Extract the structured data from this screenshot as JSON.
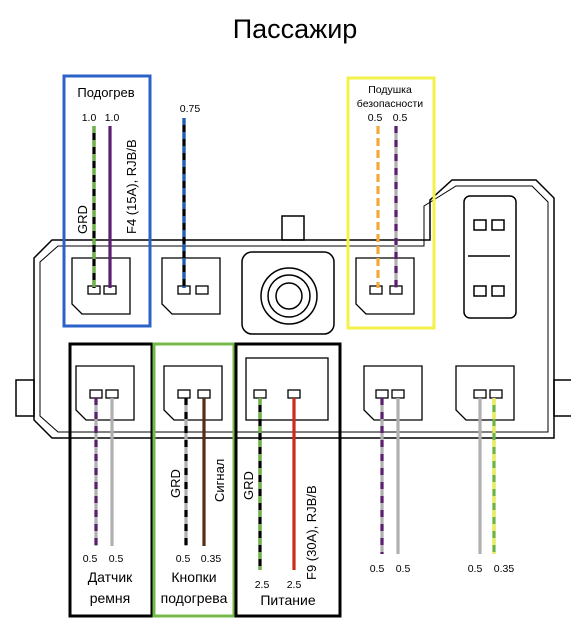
{
  "title": "Пассажир",
  "colors": {
    "blue_frame": "#2a62c9",
    "yellow_frame": "#f2f24a",
    "green_frame": "#74b84a",
    "black_frame": "#000000",
    "wire_green": "#6db344",
    "wire_purple": "#5a1f6e",
    "wire_blue": "#1f5fb8",
    "wire_orange": "#f4a83a",
    "wire_gray": "#b0b0b0",
    "wire_brown": "#5a2c16",
    "wire_red": "#cc2a1a",
    "wire_yellow": "#ecec5a"
  },
  "groups": {
    "heater": {
      "label": "Подогрев",
      "gauge_left": "1.0",
      "gauge_right": "1.0",
      "wire_left_label": "GRD",
      "wire_right_label": "F4  (15A), RJB/B"
    },
    "single_top": {
      "gauge": "0.75"
    },
    "airbag": {
      "label_line1": "Подушка",
      "label_line2": "безопасности",
      "gauge_left": "0.5",
      "gauge_right": "0.5"
    },
    "belt_sensor": {
      "label_line1": "Датчик",
      "label_line2": "ремня",
      "gauge_left": "0.5",
      "gauge_right": "0.5"
    },
    "heater_buttons": {
      "label_line1": "Кнопки",
      "label_line2": "подогрева",
      "gauge_left": "0.5",
      "gauge_right": "0.35",
      "wire_left_label": "GRD",
      "wire_right_label": "Сигнал"
    },
    "power": {
      "label": "Питание",
      "gauge_left": "2.5",
      "gauge_right": "2.5",
      "wire_left_label": "GRD",
      "wire_right_label": "F9  (30A), RJB/B"
    },
    "unlabeled_a": {
      "gauge_left": "0.5",
      "gauge_right": "0.5"
    },
    "unlabeled_b": {
      "gauge_left": "0.5",
      "gauge_right": "0.35"
    }
  }
}
